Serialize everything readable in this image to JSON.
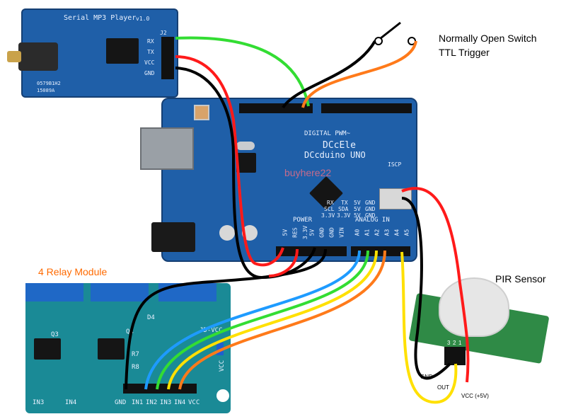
{
  "mp3_module": {
    "title": "Serial MP3 Player",
    "version": "v1.0",
    "connector": "J2",
    "pins": [
      "RX",
      "TX",
      "VCC",
      "GND"
    ],
    "codes": [
      "0579B1H2",
      "15089A"
    ]
  },
  "arduino": {
    "brand": "DCcEle",
    "model": "DCcduino UNO",
    "digital_header": "DIGITAL PWM~",
    "power_label": "POWER",
    "power_pins": [
      "5V",
      "RES",
      "3.3V",
      "5V",
      "GND",
      "GND",
      "VIN"
    ],
    "analog_label": "ANALOG IN",
    "analog_pins": [
      "A0",
      "A1",
      "A2",
      "A3",
      "A4",
      "A5"
    ],
    "icsp": "ISCP",
    "header_labels": [
      "RX",
      "TX",
      "5V",
      "GND",
      "SCL",
      "SDA",
      "5V",
      "GND",
      "3.3V",
      "3.3V",
      "5V",
      "GND"
    ],
    "watermark": "buyhere22"
  },
  "switch": {
    "label_line1": "Normally Open Switch",
    "label_line2": "TTL Trigger"
  },
  "relay_module": {
    "title": "4 Relay Module",
    "pins": [
      "GND",
      "IN1",
      "IN2",
      "IN3",
      "IN4",
      "VCC"
    ],
    "silk_labels": [
      "IN3",
      "IN4",
      "Q3",
      "Q4",
      "R7",
      "R8",
      "JD-VCC",
      "VCC",
      "D4"
    ]
  },
  "pir": {
    "title": "PIR Sensor",
    "pins": [
      "GND",
      "OUT",
      "VCC (+5V)"
    ],
    "pin_numbers": [
      "3",
      "2",
      "1"
    ]
  },
  "wires": {
    "colors": {
      "red": "#ff1a1a",
      "black": "#000000",
      "green": "#33dd33",
      "orange": "#ff7a1a",
      "yellow": "#ffe000",
      "blue": "#1e9bff"
    }
  },
  "colors": {
    "board_blue": "#1f5fa8",
    "relay_teal": "#1a8a96",
    "relay_label_orange": "#ff6a00"
  }
}
